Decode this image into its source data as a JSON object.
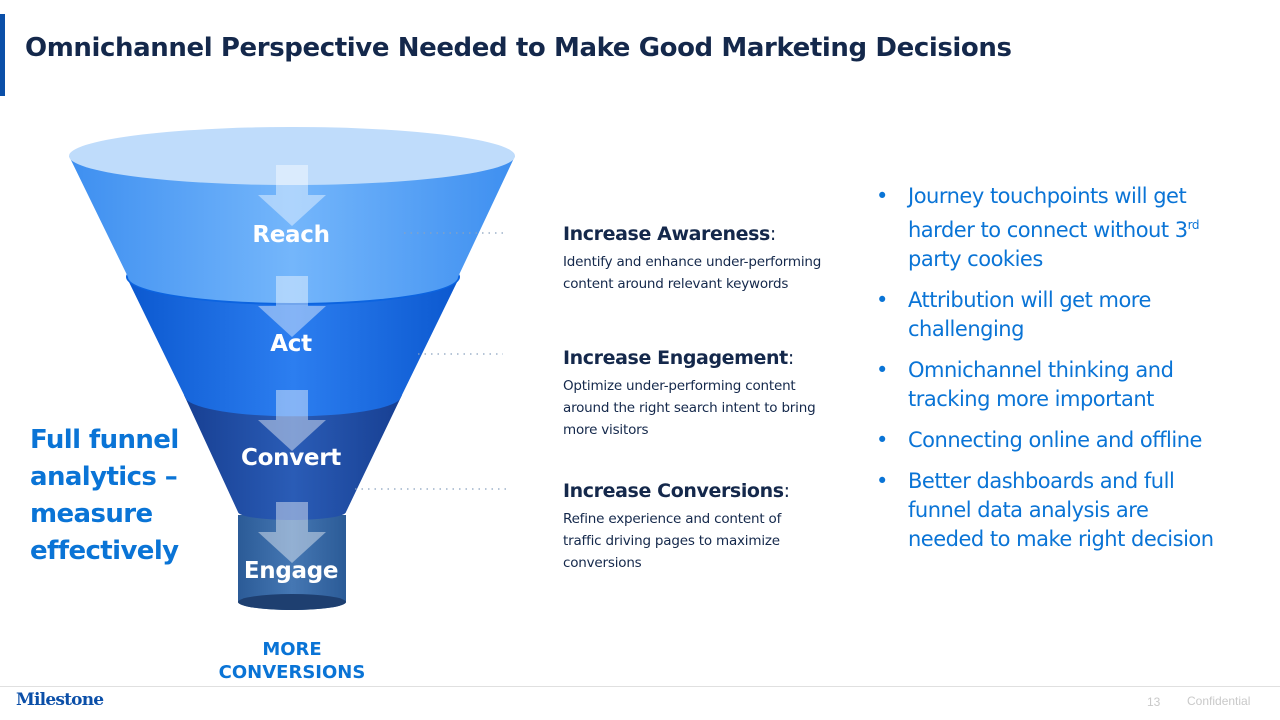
{
  "slide": {
    "title": "Omnichannel Perspective Needed to Make Good Marketing Decisions"
  },
  "funnel": {
    "stages": [
      {
        "label": "Reach",
        "color": "#5aa5f5"
      },
      {
        "label": "Act",
        "color": "#1f6fe6"
      },
      {
        "label": "Convert",
        "color": "#1f4fa7"
      },
      {
        "label": "Engage",
        "color": "#2e5f9e"
      }
    ],
    "bottom_label": "MORE CONVERSIONS",
    "side_callout": "Full funnel analytics – measure effectively"
  },
  "stage_details": [
    {
      "heading": "Increase Awareness",
      "colon": ":",
      "text": "Identify and enhance under-performing content around relevant keywords"
    },
    {
      "heading": "Increase Engagement",
      "colon": ":",
      "text": "Optimize under-performing content around the right search intent to bring more visitors"
    },
    {
      "heading": "Increase Conversions",
      "colon": ":",
      "text": "Refine experience and content of traffic driving pages to maximize conversions"
    }
  ],
  "bullets": {
    "b1_before": "Journey touchpoints will get harder to connect without 3",
    "b1_sup": "rd",
    "b1_after": " party cookies",
    "b2": "Attribution will get more challenging",
    "b3": "Omnichannel thinking and tracking more important",
    "b4": "Connecting online and offline",
    "b5": "Better dashboards and full funnel data analysis are needed to make right decision"
  },
  "footer": {
    "logo": "Milestone",
    "page_number": "13",
    "confidential": "Confidential"
  }
}
